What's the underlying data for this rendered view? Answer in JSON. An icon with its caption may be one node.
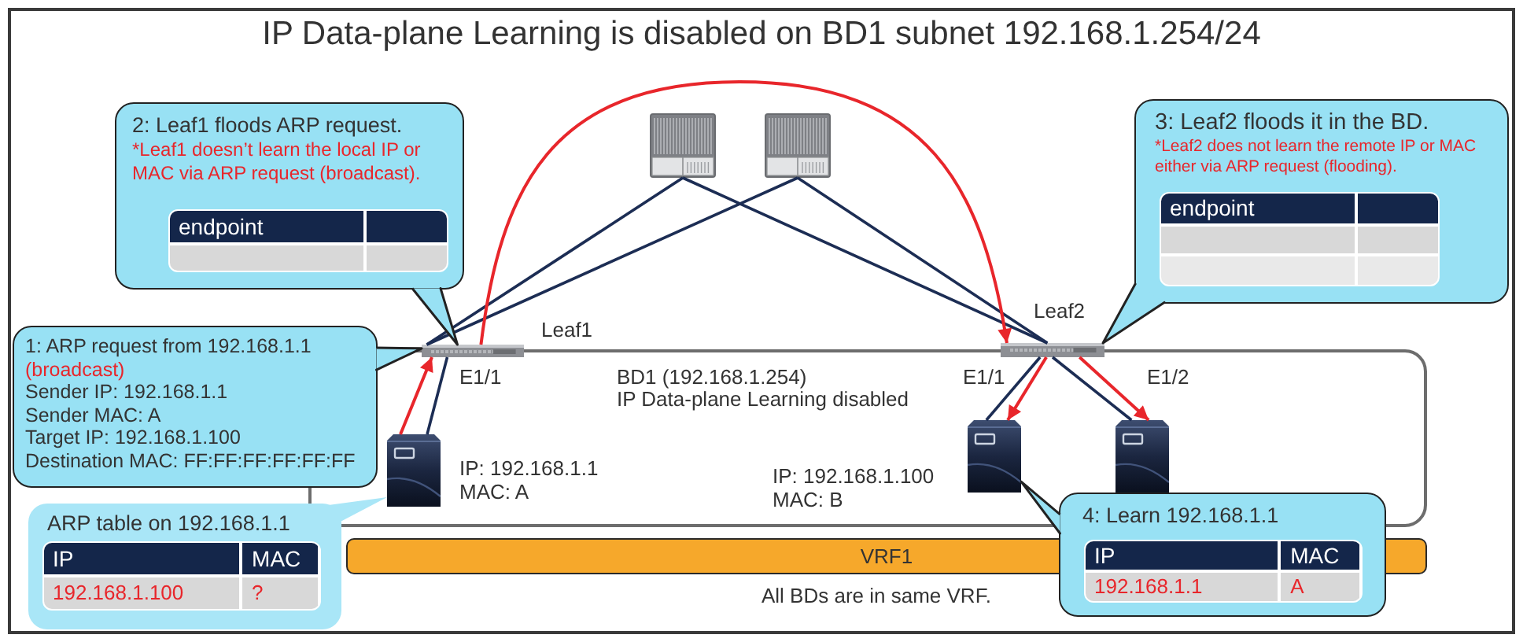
{
  "diagram": {
    "title": "IP Data-plane Learning is disabled on BD1 subnet 192.168.1.254/24",
    "nodes": [
      {
        "text": [
          "2: Leaf1 floods ARP request.",
          "*Leaf1 doesn’t learn the local IP or MAC via ARP request (broadcast)."
        ]
      },
      {
        "text": [
          "endpoint"
        ],
        "in": 0
      },
      {
        "text": [],
        "shape": "picture"
      },
      {
        "text": [],
        "shape": "picture"
      },
      {
        "text": [
          "3: Leaf2 floods it in the BD.",
          "*Leaf2 does not learn the remote IP or MAC either via ARP request (flooding)."
        ]
      },
      {
        "text": [
          "endpoint"
        ],
        "in": 4
      },
      {
        "text": [
          "1: ARP request from 192.168.1.1",
          "(broadcast)",
          "Sender IP: 192.168.1.1",
          "Sender MAC: A",
          "Target IP: 192.168.1.100",
          "Destination MAC: FF:FF:FF:FF:FF:FF"
        ]
      },
      {
        "text": [],
        "shape": "picture",
        "beside": [
          "Leaf1"
        ]
      },
      {
        "text": [],
        "shape": "picture",
        "beside": [
          "Leaf2"
        ]
      },
      {
        "text": [
          "BD1 (192.168.1.254)",
          "IP Data-plane Learning disabled"
        ]
      },
      {
        "text": [],
        "shape": "picture",
        "in": 9,
        "beside": [
          "IP: 192.168.1.1",
          "MAC: A"
        ]
      },
      {
        "text": [],
        "shape": "picture",
        "in": 9,
        "beside": [
          "IP: 192.168.1.100",
          "MAC: B"
        ]
      },
      {
        "text": [],
        "shape": "picture",
        "in": 9
      },
      {
        "text": [
          "ARP table on 192.168.1.1"
        ]
      },
      {
        "text": [
          "IP",
          "MAC",
          "192.168.1.100",
          "?"
        ],
        "in": 13
      },
      {
        "text": [
          "VRF1"
        ],
        "beside": [
          "All BDs are in same VRF."
        ]
      },
      {
        "text": [
          "4: Learn 192.168.1.1"
        ]
      },
      {
        "text": [
          "IP",
          "MAC",
          "192.168.1.1",
          "A"
        ],
        "in": 16
      }
    ],
    "edges": [
      {
        "from": 2,
        "to": 7,
        "arrow": "none"
      },
      {
        "from": 2,
        "to": 8,
        "arrow": "none"
      },
      {
        "from": 3,
        "to": 7,
        "arrow": "none"
      },
      {
        "from": 3,
        "to": 8,
        "arrow": "none"
      },
      {
        "from": 7,
        "to": 10,
        "arrow": "none",
        "label": "E1/1"
      },
      {
        "from": 8,
        "to": 11,
        "arrow": "none",
        "label": "E1/1"
      },
      {
        "from": 8,
        "to": 12,
        "arrow": "none",
        "label": "E1/2"
      },
      {
        "from": 10,
        "to": 7,
        "arrow": "to",
        "color": "#e8262b"
      },
      {
        "from": 7,
        "to": 8,
        "arrow": "to",
        "color": "#e8262b"
      },
      {
        "from": 8,
        "to": 11,
        "arrow": "to",
        "color": "#e8262b"
      },
      {
        "from": 8,
        "to": 12,
        "arrow": "to",
        "color": "#e8262b"
      },
      {
        "from": 6,
        "to": 7,
        "arrow": "none"
      },
      {
        "from": 0,
        "to": 7,
        "arrow": "none"
      },
      {
        "from": 4,
        "to": 8,
        "arrow": "none"
      },
      {
        "from": 13,
        "to": 10,
        "arrow": "none"
      },
      {
        "from": 16,
        "to": 11,
        "arrow": "none"
      }
    ]
  }
}
